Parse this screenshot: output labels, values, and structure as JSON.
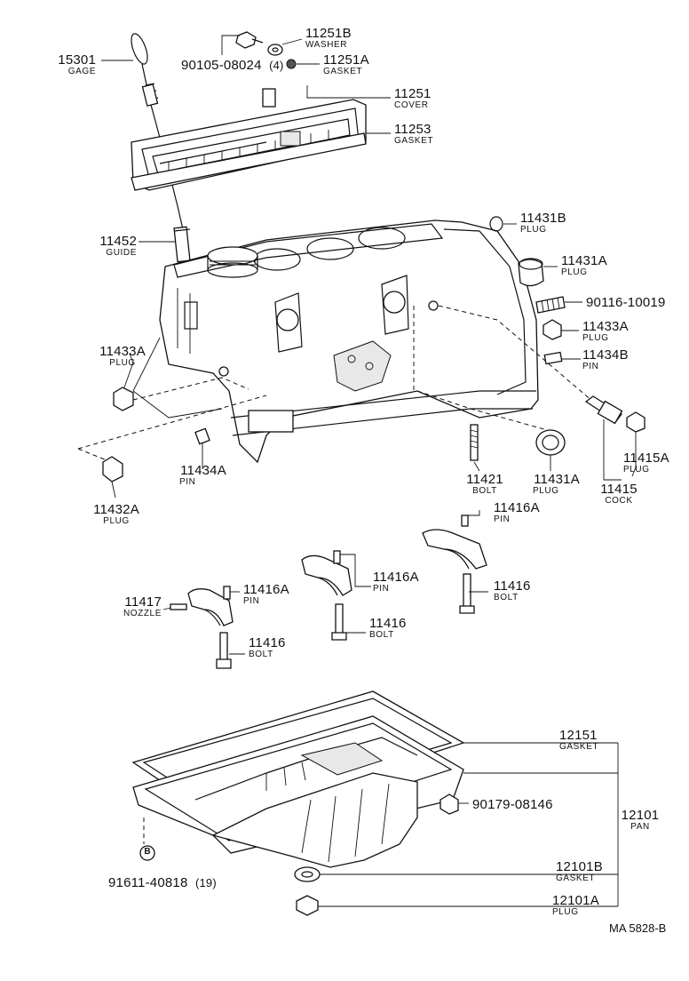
{
  "parts": {
    "gage": {
      "num": "15301",
      "name": "GAGE"
    },
    "washer": {
      "num": "11251B",
      "name": "WASHER"
    },
    "cover_bolt": {
      "num": "90105-08024",
      "qty": "(4)"
    },
    "cover_gasket_small": {
      "num": "11251A",
      "name": "GASKET"
    },
    "cover": {
      "num": "11251",
      "name": "COVER"
    },
    "cover_gasket": {
      "num": "11253",
      "name": "GASKET"
    },
    "plug_11431b": {
      "num": "11431B",
      "name": "PLUG"
    },
    "guide": {
      "num": "11452",
      "name": "GUIDE"
    },
    "plug_11431a_top": {
      "num": "11431A",
      "name": "PLUG"
    },
    "stud": {
      "num": "90116-10019"
    },
    "plug_11433a_right": {
      "num": "11433A",
      "name": "PLUG"
    },
    "pin_11434b": {
      "num": "11434B",
      "name": "PIN"
    },
    "plug_11433a_left": {
      "num": "11433A",
      "name": "PLUG"
    },
    "plug_11415a": {
      "num": "11415A",
      "name": "PLUG"
    },
    "cock": {
      "num": "11415",
      "name": "COCK"
    },
    "pin_11434a": {
      "num": "11434A",
      "name": "PIN"
    },
    "bolt_11421": {
      "num": "11421",
      "name": "BOLT"
    },
    "plug_11431a_bottom": {
      "num": "11431A",
      "name": "PLUG"
    },
    "plug_11432a": {
      "num": "11432A",
      "name": "PLUG"
    },
    "pin_11416a_top": {
      "num": "11416A",
      "name": "PIN"
    },
    "bolt_11416_right": {
      "num": "11416",
      "name": "BOLT"
    },
    "pin_11416a_mid": {
      "num": "11416A",
      "name": "PIN"
    },
    "bolt_11416_mid": {
      "num": "11416",
      "name": "BOLT"
    },
    "nozzle": {
      "num": "11417",
      "name": "NOZZLE"
    },
    "pin_11416a_left": {
      "num": "11416A",
      "name": "PIN"
    },
    "bolt_11416_left": {
      "num": "11416",
      "name": "BOLT"
    },
    "pan_gasket": {
      "num": "12151",
      "name": "GASKET"
    },
    "pan": {
      "num": "12101",
      "name": "PAN"
    },
    "pan_bolt": {
      "num": "90179-08146"
    },
    "drain_gasket": {
      "num": "12101B",
      "name": "GASKET"
    },
    "drain_plug": {
      "num": "12101A",
      "name": "PLUG"
    },
    "pan_screw": {
      "num": "91611-40818",
      "qty": "(19)",
      "marker": "B"
    }
  },
  "footer": {
    "code": "MA 5828-B"
  }
}
